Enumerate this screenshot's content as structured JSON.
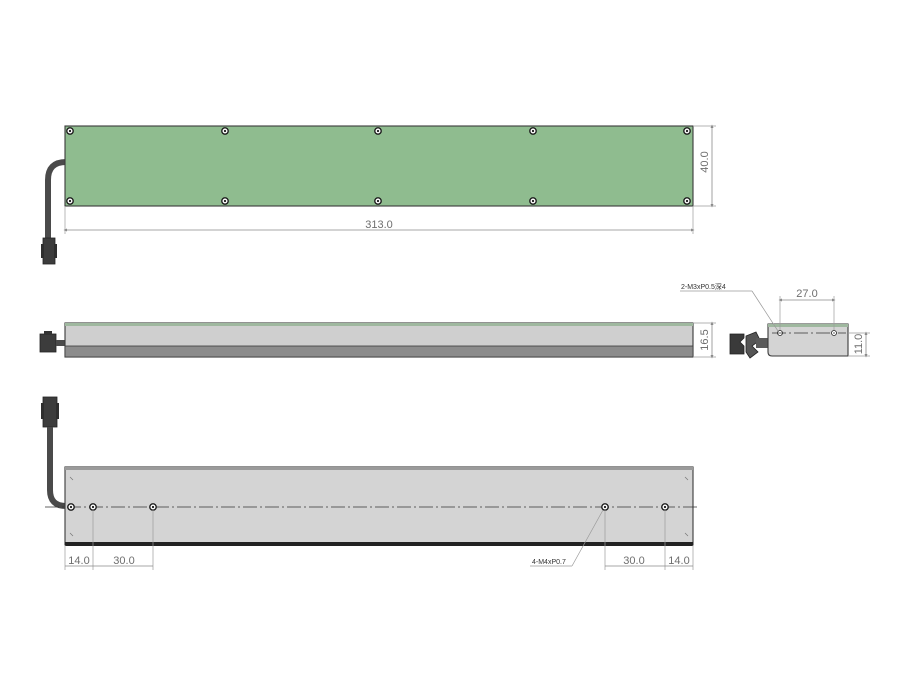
{
  "colors": {
    "pcb": "#8fbc8f",
    "body": "#cfcfcf",
    "body_dark": "#8c8c8c",
    "cable": "#4a4a4a",
    "outline": "#3a3a3a",
    "dim": "#6e6e6e"
  },
  "dimensions": {
    "length": "313.0",
    "width": "40.0",
    "height": "16.5",
    "end_spacing": "27.0",
    "end_height": "11.0",
    "left_edge_offset": "14.0",
    "left_hole_pitch": "30.0",
    "right_hole_pitch": "30.0",
    "right_edge_offset": "14.0"
  },
  "notes": {
    "side_tapped_holes": "2-M3xP0.5深4",
    "bottom_tapped_holes": "4-M4xP0.7"
  }
}
